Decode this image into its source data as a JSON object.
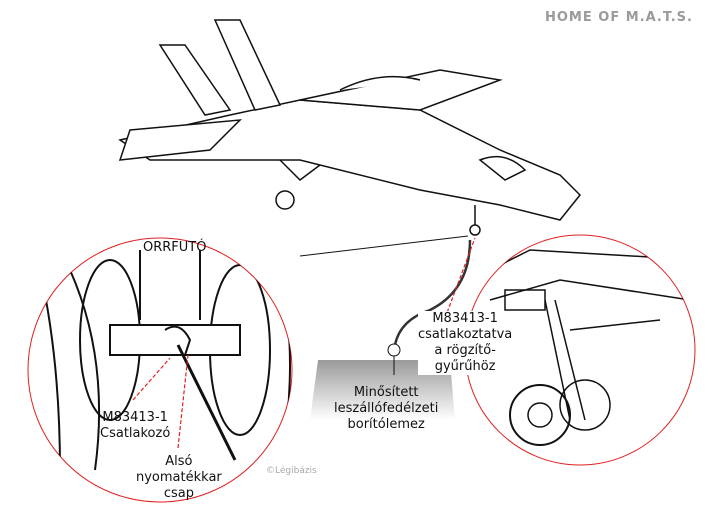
{
  "brand": "HOME OF M.A.T.S.",
  "copyright": "©Légibázis",
  "labels": {
    "nose_gear_title": "ORRFUTÓ",
    "connector_left": [
      "M83413-1",
      "Csatlakozó"
    ],
    "torque_pin": [
      "Alsó",
      "nyomatékkar",
      "csap"
    ],
    "ground_plate": [
      "Minősített",
      "leszállófedélzeti",
      "borítólemez"
    ],
    "connector_right": [
      "M83413-1",
      "csatlakoztatva",
      "a rögzítő-",
      "gyűrűhöz"
    ]
  },
  "colors": {
    "callout": "#e02020",
    "line_art": "#111111",
    "brand": "#9a9a9a"
  }
}
